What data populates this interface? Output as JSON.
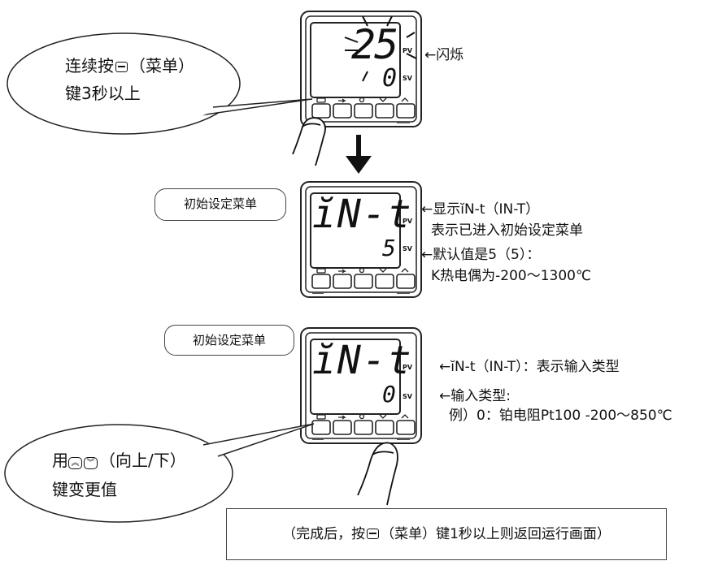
{
  "step1": {
    "bubble_line1": "连续按",
    "bubble_line1_paren": "（菜单）",
    "bubble_line2": "键3秒以上",
    "display_pv": "25",
    "display_sv": "0",
    "pv_label": "PV",
    "sv_label": "SV",
    "blink_note": "←闪烁"
  },
  "step2": {
    "tag": "初始设定菜单",
    "display_pv": "ĭN-t",
    "display_sv": "5",
    "note_line1": "←显示ĭN-t（IN-T）",
    "note_line2": "表示已进入初始设定菜单",
    "note_line3": "←默认值是5（5）：",
    "note_line4": "K热电偶为-200～1300℃"
  },
  "step3": {
    "tag": "初始设定菜单",
    "display_pv": "ĭN-t",
    "display_sv": "0",
    "note_line1": "←ĭN-t（IN-T）：表示输入类型",
    "note_line2": "←输入类型:",
    "note_line3": "例）0：铂电阻Pt100 -200～850℃",
    "bubble_line1_suffix": "（向上/下）",
    "bubble_line1_prefix": "用",
    "bubble_line2": "键变更值"
  },
  "footer": {
    "pre": "（完成后，按",
    "post": "（菜单）键1秒以上则返回运行画面）"
  },
  "icons": [
    "menu-key-icon",
    "up-key-icon",
    "down-key-icon",
    "finger-icon",
    "down-arrow-icon"
  ]
}
